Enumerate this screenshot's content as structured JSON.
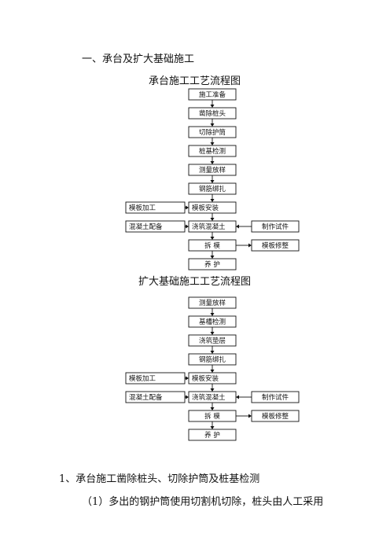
{
  "section_heading": "一、承台及扩大基础施工",
  "flowchart1": {
    "title": "承台施工工艺流程图",
    "main_steps": [
      "施工准备",
      "凿除桩头",
      "切除护筒",
      "桩基检测",
      "测量放样",
      "钢筋绑扎",
      "模板安装",
      "浇筑混凝土",
      "拆  模",
      "养 护"
    ],
    "left_inputs": [
      "模板加工",
      "混凝土配备"
    ],
    "right_inputs": [
      "制作试件",
      "模板修整"
    ]
  },
  "flowchart2": {
    "title": "扩大基础施工工艺流程图",
    "main_steps": [
      "测量放样",
      "基槽检测",
      "浇筑垫层",
      "钢筋绑扎",
      "模板安装",
      "浇筑混凝土",
      "拆  模",
      "养 护"
    ],
    "left_inputs": [
      "模板加工",
      "混凝土配备"
    ],
    "right_inputs": [
      "制作试件",
      "模板修整"
    ]
  },
  "subsection_heading": "1、承台施工凿除桩头、切除护筒及桩基检测",
  "paragraph_start": "（1）多出的钢护筒使用切割机切除，桩头由人工采用"
}
